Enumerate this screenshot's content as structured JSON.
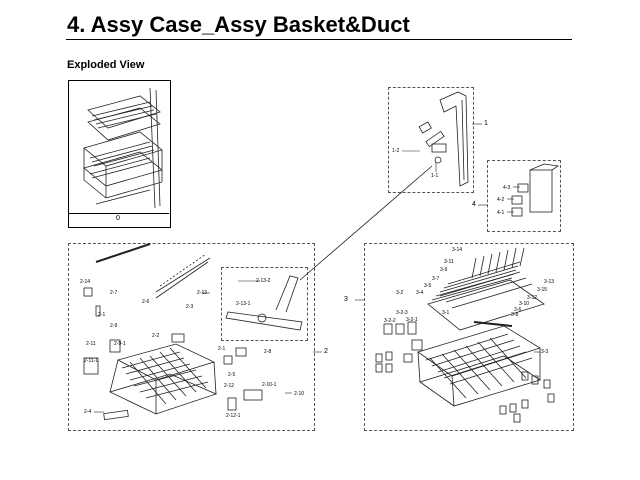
{
  "header": {
    "title": "4.  Assy Case_Assy Basket&Duct",
    "subtitle": "Exploded View"
  },
  "overview": {
    "label": "0"
  },
  "callouts": {
    "c1": "1",
    "c1_2": "1-2",
    "c1_1": "1-1",
    "c4": "4",
    "c4_3": "4-3",
    "c4_2": "4-2",
    "c4_1": "4-1",
    "c2": "2",
    "c2_14": "2-14",
    "c2_7": "2-7",
    "c2_6": "2-6",
    "c2_3": "2-3",
    "c2_13": "2-13",
    "c2_13_2": "2-13-2",
    "c2_13_1": "2-13-1",
    "c2_1": "2-1",
    "c2_9": "2-9",
    "c2_2": "2-2",
    "c2_11": "2-11",
    "c2_9_1": "2-9-1",
    "c2_11_1": "2-11-1",
    "c2_1b": "2-1",
    "c2_8": "2-8",
    "c2_5": "2-5",
    "c2_12": "2-12",
    "c2_12_1": "2-12-1",
    "c2_10_1": "2-10-1",
    "c2_10": "2-10",
    "c2_4": "2-4",
    "c3": "3",
    "c3_14": "3-14",
    "c3_11": "3-11",
    "c3_9": "3-9",
    "c3_7": "3-7",
    "c3_5": "3-5",
    "c3_4": "3-4",
    "c3_13": "3-13",
    "c3_15": "3-15",
    "c3_12": "3-12",
    "c3_10": "3-10",
    "c3_6": "3-6",
    "c3_8": "3-8",
    "c3_2": "3-2",
    "c3_2_3": "3-2-3",
    "c3_2_2": "3-2-2",
    "c3_2_1": "3-2-1",
    "c3_1": "3-1",
    "c3_3": "3-3"
  }
}
